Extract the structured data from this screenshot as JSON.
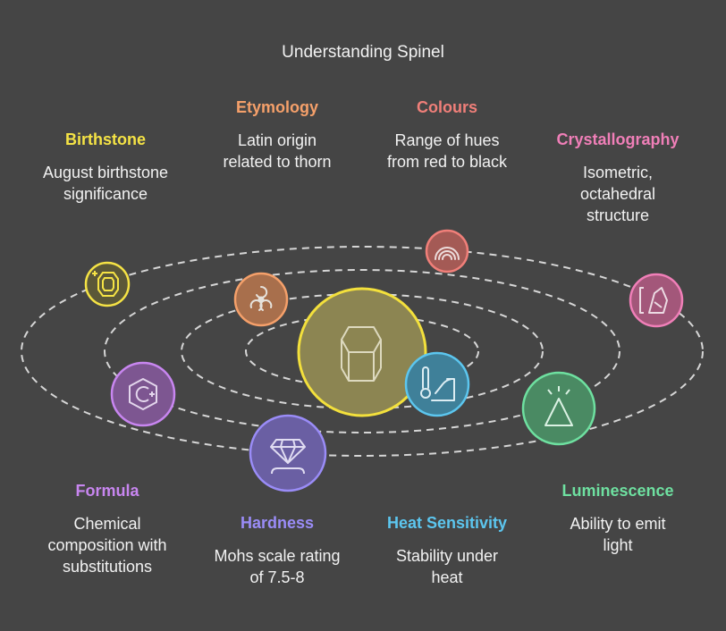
{
  "title": "Understanding Spinel",
  "colors": {
    "background": "#454545",
    "orbit": "#d6d6d6",
    "center_fill": "#8c8552",
    "center_stroke": "#f3e03c",
    "birthstone": "#f5e345",
    "etymology": "#f5a06a",
    "colours": "#f07f79",
    "crystallography": "#f07fb8",
    "formula": "#c886f0",
    "hardness": "#9a8cf7",
    "heat": "#5cc6ef",
    "luminescence": "#6ee0a0"
  },
  "nodes": {
    "birthstone": {
      "label": "Birthstone",
      "desc": [
        "August birthstone",
        "significance"
      ],
      "icon": "gem-sparkle-icon"
    },
    "etymology": {
      "label": "Etymology",
      "desc": [
        "Latin origin",
        "related to thorn"
      ],
      "icon": "spiral-icon"
    },
    "colours": {
      "label": "Colours",
      "desc": [
        "Range of hues",
        "from red to black"
      ],
      "icon": "rainbow-icon"
    },
    "crystallography": {
      "label": "Crystallography",
      "desc": [
        "Isometric,",
        "octahedral",
        "structure"
      ],
      "icon": "crystal-icon"
    },
    "formula": {
      "label": "Formula",
      "desc": [
        "Chemical",
        "composition with",
        "substitutions"
      ],
      "icon": "formula-icon"
    },
    "hardness": {
      "label": "Hardness",
      "desc": [
        "Mohs scale rating",
        "of 7.5-8"
      ],
      "icon": "diamond-icon"
    },
    "heat": {
      "label": "Heat Sensitivity",
      "desc": [
        "Stability under",
        "heat"
      ],
      "icon": "thermometer-icon"
    },
    "luminescence": {
      "label": "Luminescence",
      "desc": [
        "Ability to emit",
        "light"
      ],
      "icon": "light-prism-icon"
    }
  },
  "center": {
    "icon": "prism-icon"
  }
}
